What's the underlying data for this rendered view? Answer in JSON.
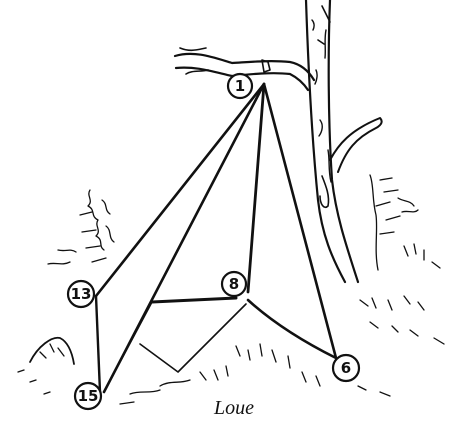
{
  "caption": "Loue",
  "ink_color": "#111111",
  "markers": [
    {
      "id": "m1",
      "label": "1"
    },
    {
      "id": "m8",
      "label": "8"
    },
    {
      "id": "m13",
      "label": "13"
    },
    {
      "id": "m15",
      "label": "15"
    },
    {
      "id": "m6",
      "label": "6"
    }
  ]
}
